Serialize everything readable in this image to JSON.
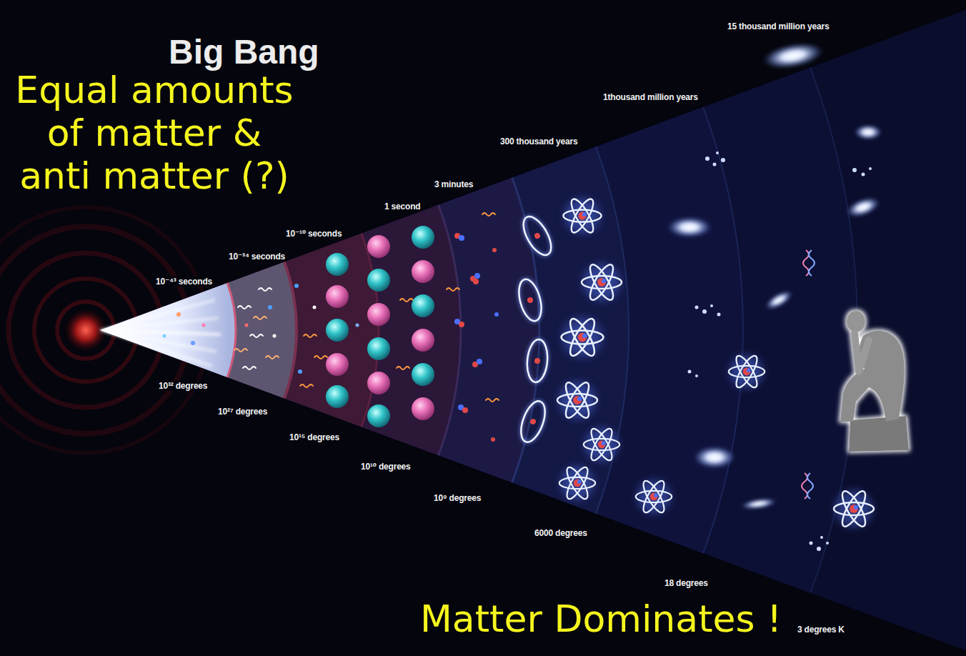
{
  "diagram": {
    "title": "Big Bang",
    "labels": [
      "Equal amounts of matter & anti matter (?)",
      "10⁻⁴³ seconds",
      "10⁻³⁴ seconds",
      "10⁻¹⁰ seconds",
      "1 second",
      "3 minutes",
      "300 thousand years",
      "1thousand million years",
      "15 thousand million years",
      "10³² degrees",
      "10²⁷ degrees",
      "10¹⁵ degrees",
      "10¹⁰ degrees",
      "10⁹ degrees",
      "6000 degrees",
      "18 degrees",
      "Matter Dominates !",
      "3 degrees K"
    ]
  }
}
